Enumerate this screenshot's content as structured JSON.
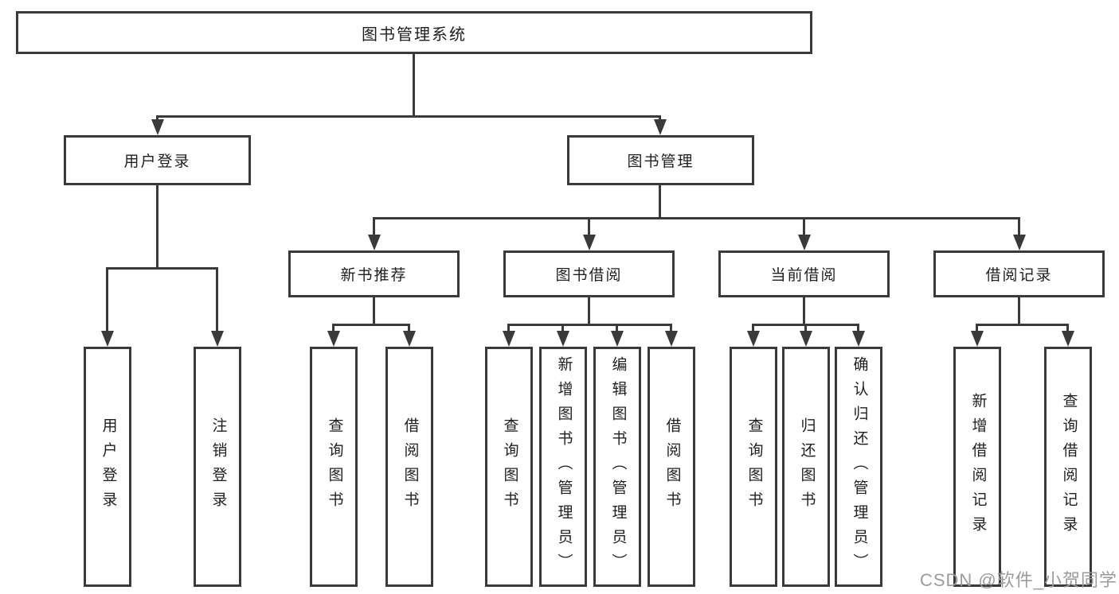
{
  "diagram": {
    "root": "图书管理系统",
    "level1": [
      "用户登录",
      "图书管理"
    ],
    "level2": [
      "新书推荐",
      "图书借阅",
      "当前借阅",
      "借阅记录"
    ],
    "leaves": {
      "user_login": [
        "用户登录",
        "注销登录"
      ],
      "new_book_recommend": [
        "查询图书",
        "借阅图书"
      ],
      "book_borrow": [
        "查询图书",
        "新增图书（管理员）",
        "编辑图书（管理员）",
        "借阅图书"
      ],
      "current_borrow": [
        "查询图书",
        "归还图书",
        "确认归还（管理员）"
      ],
      "borrow_records": [
        "新增借阅记录",
        "查询借阅记录"
      ]
    }
  },
  "watermark": "CSDN @软件_小贺同学",
  "colors": {
    "line": "#3a3a3a",
    "text": "#1f1f1f",
    "watermark": "#9b9b9b",
    "background": "#ffffff"
  }
}
